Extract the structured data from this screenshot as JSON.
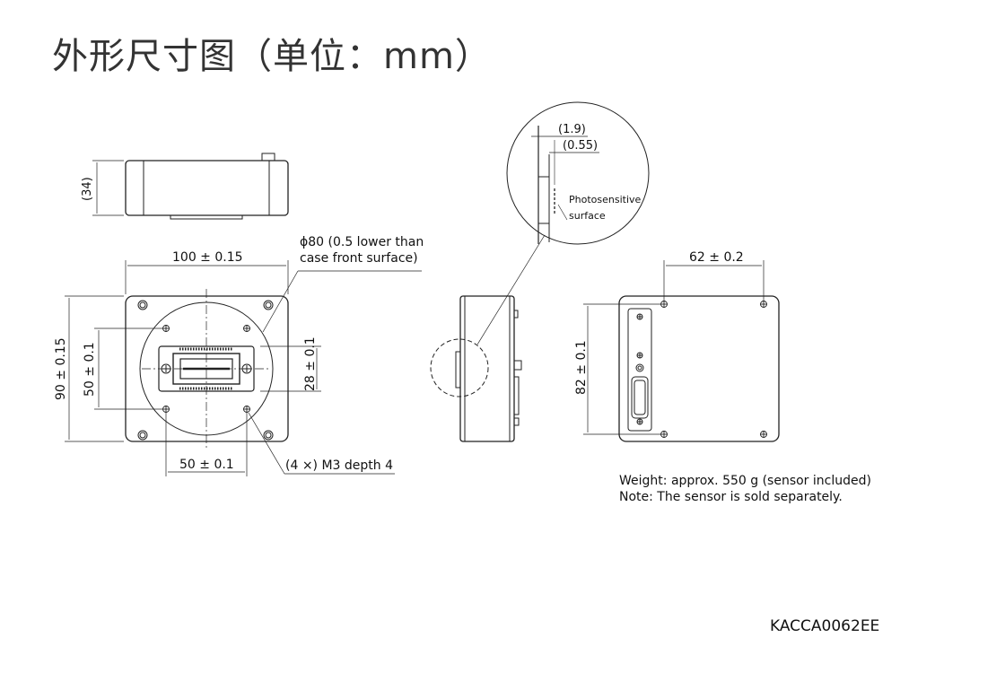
{
  "title": "外形尺寸图（单位：mm）",
  "dimensions": {
    "height_top_view": "(34)",
    "width": "100 ± 0.15",
    "circle_note_line1": "ϕ80 (0.5 lower than",
    "circle_note_line2": "case front surface)",
    "height_total": "90 ± 0.15",
    "hole_pitch_v": "50 ± 0.1",
    "hole_pitch_h": "50 ± 0.1",
    "sensor_v": "28 ± 0.1",
    "mount_holes": "(4 ×) M3 depth 4",
    "detail_1": "(1.9)",
    "detail_2": "(0.55)",
    "photosensitive_1": "Photosensitive",
    "photosensitive_2": "surface",
    "rear_pitch_h": "62 ± 0.2",
    "rear_pitch_v": "82 ± 0.1"
  },
  "notes": {
    "weight": "Weight: approx. 550 g (sensor included)",
    "sensor": "Note: The sensor is sold separately."
  },
  "drawing_code": "KACCA0062EE"
}
